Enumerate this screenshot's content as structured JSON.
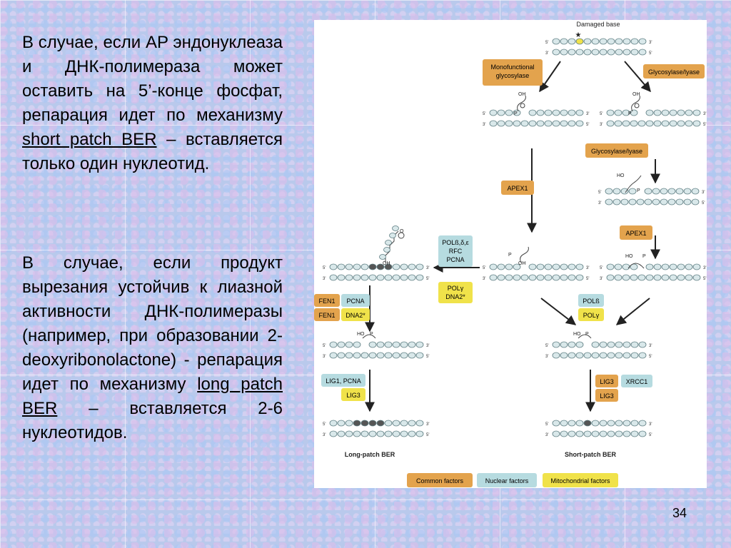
{
  "text": {
    "p1_before": "В случае, если AP эндонуклеаза и ДНК-полимераза может оставить на 5’-конце фосфат, репарация идет по механизму ",
    "p1_link": "short patch BER",
    "p1_after": " – вставляется только один нуклеотид.",
    "p2_before": "В случае, если продукт вырезания устойчив к лиазной активности ДНК-полимеразы (например, при образовании 2-deoxyribonolactone) - репарация идет по механизму ",
    "p2_link1": "long patch",
    "p2_mid": " ",
    "p2_link2": "BER",
    "p2_after": " – вставляется 2-6 нуклеотидов."
  },
  "page_number": "34",
  "diagram": {
    "damaged_base": "Damaged base",
    "star": "★",
    "mono_glyco_l1": "Monofunctional",
    "mono_glyco_l2": "glycosylase",
    "glyco_lyase_top": "Glycosylase/lyase",
    "glyco_lyase_right": "Glycosylase/lyase",
    "apex1_left": "APEX1",
    "apex1_right": "APEX1",
    "pol_group_l1": "POLß,δ,ε",
    "pol_group_l2": "RFC",
    "pol_group_l3": "PCNA",
    "polg_l1": "POLγ",
    "polg_l2": "DNA2*",
    "fen1_a": "FEN1",
    "pcna": "PCNA",
    "fen1_b": "FEN1",
    "dna2": "DNA2*",
    "polb": "POLß",
    "polg": "POLγ",
    "lig1_pcna": "LIG1, PCNA",
    "lig3_left": "LIG3",
    "lig3_r1": "LIG3",
    "xrcc1": "XRCC1",
    "lig3_r2": "LIG3",
    "long_patch": "Long-patch BER",
    "short_patch": "Short-patch BER",
    "legend_common": "Common factors",
    "legend_nuclear": "Nuclear factors",
    "legend_mito": "Mitochondrial factors",
    "oh": "OH",
    "p": "P",
    "ho": "HO",
    "o": "O",
    "five_prime": "5'",
    "three_prime": "3'"
  },
  "colors": {
    "common": "#e3a34d",
    "nuclear": "#b6dbe0",
    "mito": "#f0e24a",
    "dna_fill": "#d9e8ea",
    "dna_stroke": "#5e7d82",
    "repair_fill": "#555555"
  }
}
